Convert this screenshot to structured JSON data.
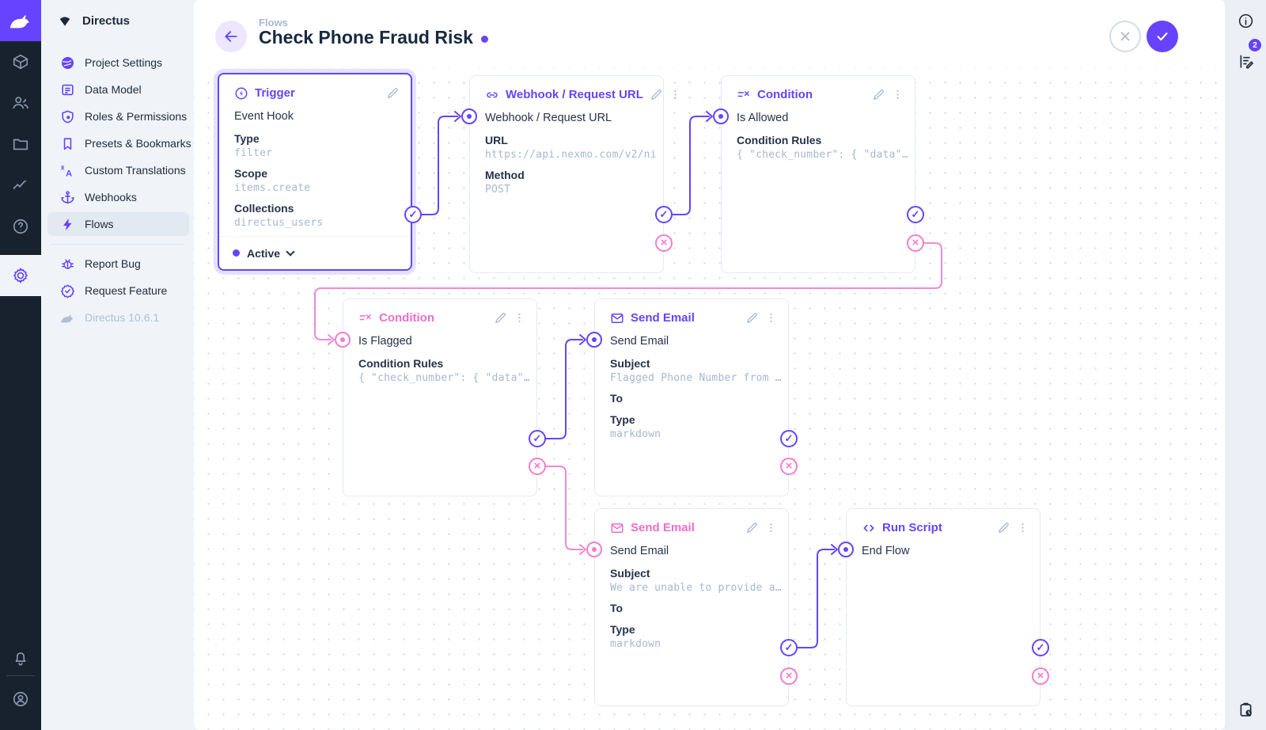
{
  "brand": {
    "name": "Directus"
  },
  "sidebar": {
    "project_name": "Directus",
    "items": [
      {
        "label": "Project Settings",
        "icon": "globe-icon"
      },
      {
        "label": "Data Model",
        "icon": "data-model-icon"
      },
      {
        "label": "Roles & Permissions",
        "icon": "shield-icon"
      },
      {
        "label": "Presets & Bookmarks",
        "icon": "bookmark-icon"
      },
      {
        "label": "Custom Translations",
        "icon": "translate-icon"
      },
      {
        "label": "Webhooks",
        "icon": "anchor-icon"
      },
      {
        "label": "Flows",
        "icon": "bolt-icon",
        "active": true
      }
    ],
    "secondary_items": [
      {
        "label": "Report Bug",
        "icon": "bug-icon"
      },
      {
        "label": "Request Feature",
        "icon": "verified-icon"
      }
    ],
    "version": "Directus 10.6.1"
  },
  "header": {
    "breadcrumb": "Flows",
    "title": "Check Phone Fraud Risk",
    "unsaved_indicator": true
  },
  "right_dock": {
    "badge_count": "2"
  },
  "flow": {
    "panels": [
      {
        "title": "Trigger",
        "icon": "bolt-circle-icon",
        "line1": "Event Hook",
        "type_label": "Type",
        "type_value": "filter",
        "scope_label": "Scope",
        "scope_value": "items.create",
        "collections_label": "Collections",
        "collections_value": "directus_users",
        "status": "Active"
      },
      {
        "title": "Webhook / Request URL",
        "icon": "link-icon",
        "line1": "Webhook / Request URL",
        "url_label": "URL",
        "url_value": "https://api.nexmo.com/v2/ni",
        "method_label": "Method",
        "method_value": "POST"
      },
      {
        "title": "Condition",
        "icon": "rule-icon",
        "line1": "Is Allowed",
        "rules_label": "Condition Rules",
        "rules_value": "{ \"check_number\": { \"data\"…"
      },
      {
        "title": "Condition",
        "icon": "rule-icon",
        "line1": "Is Flagged",
        "rules_label": "Condition Rules",
        "rules_value": "{ \"check_number\": { \"data\"…"
      },
      {
        "title": "Send Email",
        "icon": "mail-icon",
        "line1": "Send Email",
        "subject_label": "Subject",
        "subject_value": "Flagged Phone Number from …",
        "to_label": "To",
        "type_label": "Type",
        "type_value": "markdown"
      },
      {
        "title": "Send Email",
        "icon": "mail-icon",
        "line1": "Send Email",
        "subject_label": "Subject",
        "subject_value": "We are unable to provide a…",
        "to_label": "To",
        "type_label": "Type",
        "type_value": "markdown"
      },
      {
        "title": "Run Script",
        "icon": "code-icon",
        "line1": "End Flow"
      }
    ]
  },
  "colors": {
    "primary": "#6644ff",
    "reject": "#f07ed2",
    "text_dark": "#172940"
  }
}
